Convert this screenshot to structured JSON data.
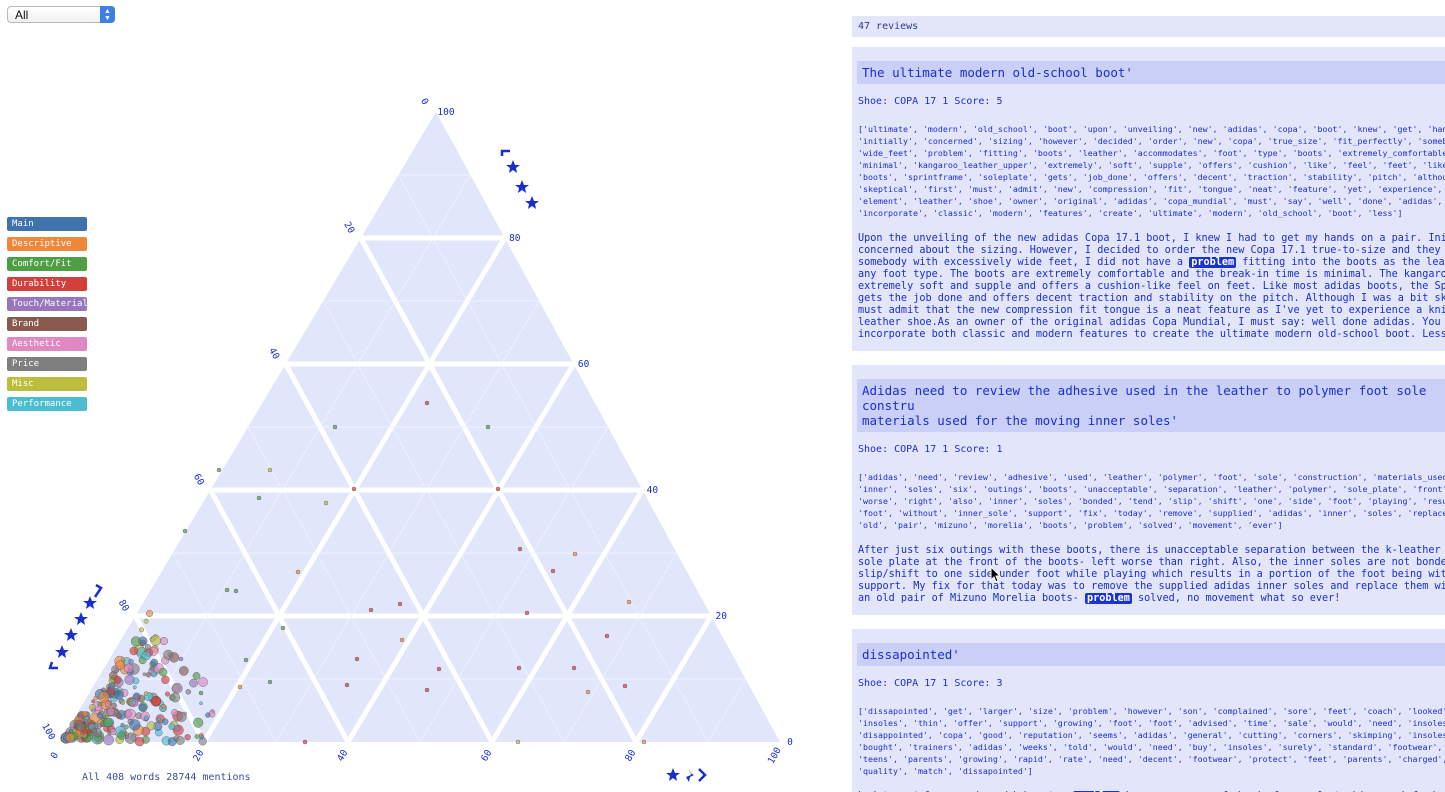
{
  "filter": {
    "selected": "All"
  },
  "legend": [
    {
      "label": "Main",
      "color": "#3f73ae"
    },
    {
      "label": "Descriptive",
      "color": "#ef873a"
    },
    {
      "label": "Comfort/Fit",
      "color": "#4f9e45"
    },
    {
      "label": "Durability",
      "color": "#d1403c"
    },
    {
      "label": "Touch/Material",
      "color": "#9776bb"
    },
    {
      "label": "Brand",
      "color": "#8b5a4e"
    },
    {
      "label": "Aesthetic",
      "color": "#e088c2"
    },
    {
      "label": "Price",
      "color": "#7f7f7f"
    },
    {
      "label": "Misc",
      "color": "#bcbd3c"
    },
    {
      "label": "Performance",
      "color": "#4cbcd0"
    }
  ],
  "ternary": {
    "right_ticks": [
      "100",
      "80",
      "60",
      "40",
      "20",
      "0"
    ],
    "left_ticks": [
      "0",
      "20",
      "40",
      "60",
      "80",
      "100"
    ],
    "bottom_ticks": [
      "0",
      "20",
      "40",
      "60",
      "80",
      "100"
    ]
  },
  "footer": {
    "count_text": "All 408 words 28744 mentions"
  },
  "reviews": {
    "count_text": "47 reviews",
    "items": [
      {
        "title": "The ultimate modern old-school boot'",
        "meta": "Shoe: COPA 17 1 Score: 5",
        "keywords": "['ultimate', 'modern', 'old_school', 'boot', 'upon', 'unveiling', 'new', 'adidas', 'copa', 'boot', 'knew', 'get', 'hand',\n'initially', 'concerned', 'sizing', 'however', 'decided', 'order', 'new', 'copa', 'true_size', 'fit_perfectly', 'somebo\n'wide_feet', 'problem', 'fitting', 'boots', 'leather', 'accommodates', 'foot', 'type', 'boots', 'extremely_comfortable'\n'minimal', 'kangaroo_leather_upper', 'extremely', 'soft', 'supple', 'offers', 'cushion', 'like', 'feel', 'feet', 'like\n'boots', 'sprintframe', 'soleplate', 'gets', 'job_done', 'offers', 'decent', 'traction', 'stability', 'pitch', 'althou\n'skeptical', 'first', 'must', 'admit', 'new', 'compression', 'fit', 'tongue', 'neat', 'feature', 'yet', 'experience', \n'element', 'leather', 'shoe', 'owner', 'original', 'adidas', 'copa_mundial', 'must', 'say', 'well', 'done', 'adidas', \n'incorporate', 'classic', 'modern', 'features', 'create', 'ultimate', 'modern', 'old_school', 'boot', 'less']",
        "body_before": "Upon the unveiling of the new adidas Copa 17.1 boot, I knew I had to get my hands on a pair. Initi\nconcerned about the sizing. However, I decided to order the new Copa 17.1 true-to-size and they fi\nsomebody with excessively wide feet, I did not have a ",
        "highlight": "problem",
        "body_after": " fitting into the boots as the leathe\nany foot type. The boots are extremely comfortable and the break-in time is minimal. The kangaroo \nextremely soft and supple and offers a cushion-like feel on feet. Like most adidas boots, the Spri\ngets the job done and offers decent traction and stability on the pitch. Although I was a bit skep\nmust admit that the new compression fit tongue is a neat feature as I've yet to experience a knitt\nleather shoe.As an owner of the original adidas Copa Mundial, I must say: well done adidas. You ha\nincorporate both classic and modern features to create the ultimate modern old-school boot. Less"
      },
      {
        "title": "Adidas need to review the adhesive used in the leather to polymer foot sole constru\nmaterials used for the moving inner soles'",
        "meta": "Shoe: COPA 17 1 Score: 1",
        "keywords": "['adidas', 'need', 'review', 'adhesive', 'used', 'leather', 'polymer', 'foot', 'sole', 'construction', 'materials_used\n'inner', 'soles', 'six', 'outings', 'boots', 'unacceptable', 'separation', 'leather', 'polymer', 'sole_plate', 'front'\n'worse', 'right', 'also', 'inner', 'soles', 'bonded', 'tend', 'slip', 'shift', 'one', 'side', 'foot', 'playing', 'resu\n'foot', 'without', 'inner_sole', 'support', 'fix', 'today', 'remove', 'supplied', 'adidas', 'inner', 'soles', 'replace\n'old', 'pair', 'mizuno', 'morelia', 'boots', 'problem', 'solved', 'movement', 'ever']",
        "body_before": "After just six outings with these boots, there is unacceptable separation between the k-leather an\nsole plate at the front of the boots- left worse than right. Also, the inner soles are not bonded \nslip/shift to one side under foot while playing which results in a portion of the foot being witho\nsupport. My fix for that today was to remove the supplied adidas inner soles and replace them with\nan old pair of Mizuno Morelia boots- ",
        "highlight": "problem",
        "body_after": " solved, no movement what so ever!"
      },
      {
        "title": "dissapointed'",
        "meta": "Shoe: COPA 17 1 Score: 3",
        "keywords": "['dissapointed', 'get', 'larger', 'size', 'problem', 'however', 'son', 'complained', 'sore', 'feet', 'coach', 'looked',\n'insoles', 'thin', 'offer', 'support', 'growing', 'foot', 'foot', 'advised', 'time', 'sale', 'would', 'need', 'insoles\n'disappointed', 'copa', 'good', 'reputation', 'seems', 'adidas', 'general', 'cutting', 'corners', 'skimping', 'insoles\n'bought', 'trainers', 'adidas', 'weeks', 'told', 'would', 'need', 'buy', 'insoles', 'surely', 'standard', 'footwear', \n'teens', 'parents', 'growing', 'rapid', 'rate', 'need', 'decent', 'footwear', 'protect', 'feet', 'parents', 'charged',\n'quality', 'match', 'dissapointed']",
        "body_before": "had to get larger size which not a ",
        "highlight": "problem",
        "body_after": " however son complained of sore feet, his coach looked a"
      }
    ]
  }
}
